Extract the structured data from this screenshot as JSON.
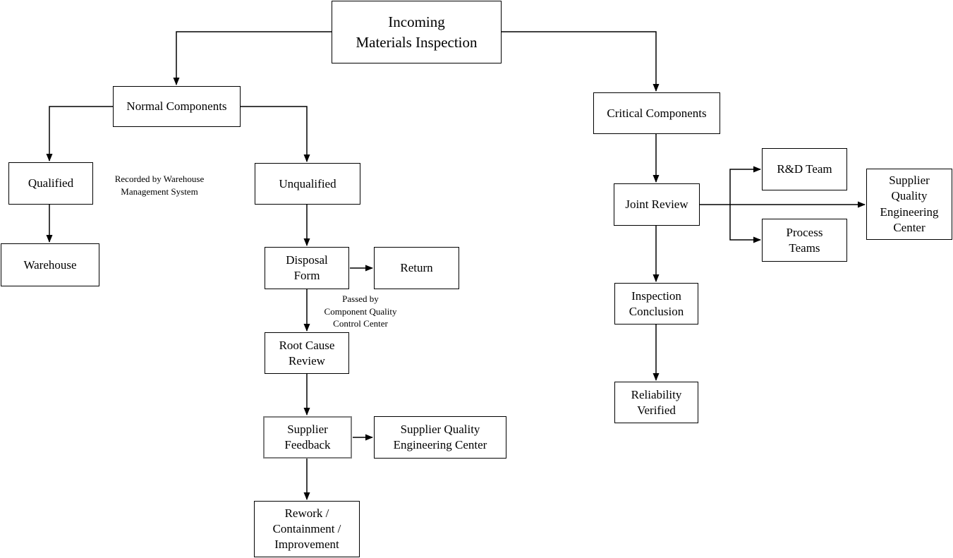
{
  "diagram": {
    "type": "flowchart",
    "colors": {
      "background": "#ffffff",
      "line": "#000000",
      "text": "#000000",
      "box_border": "#000000",
      "highlight_border": "#7f7f7f"
    },
    "nodes": {
      "title": {
        "label": "Incoming\nMaterials Inspection"
      },
      "normal_components": {
        "label": "Normal Components"
      },
      "qualified": {
        "label": "Qualified"
      },
      "warehouse": {
        "label": "Warehouse"
      },
      "unqualified": {
        "label": "Unqualified"
      },
      "disposal_form": {
        "label": "Disposal\nForm"
      },
      "return": {
        "label": "Return"
      },
      "root_cause_review": {
        "label": "Root Cause\nReview"
      },
      "supplier_feedback": {
        "label": "Supplier\nFeedback"
      },
      "supplier_quality_engineering_center": {
        "label": "Supplier Quality\nEngineering Center"
      },
      "rework_containment_improvement": {
        "label": "Rework /\nContainment /\nImprovement"
      },
      "critical_components": {
        "label": "Critical Components"
      },
      "joint_review": {
        "label": "Joint Review"
      },
      "rd_team": {
        "label": "R&D Team"
      },
      "process_teams": {
        "label": "Process\nTeams"
      },
      "supplier_quality_engineering_center_right": {
        "label": "Supplier\nQuality\nEngineering\nCenter"
      },
      "inspection_conclusion": {
        "label": "Inspection\nConclusion"
      },
      "reliability_verified": {
        "label": "Reliability\nVerified"
      }
    },
    "annotations": {
      "recorded_by": {
        "label": "Recorded by Warehouse\nManagement System"
      },
      "passed_by": {
        "label": "Passed by\nComponent Quality\nControl Center"
      }
    },
    "edges": [
      {
        "from": "title",
        "to": "normal_components"
      },
      {
        "from": "title",
        "to": "critical_components"
      },
      {
        "from": "normal_components",
        "to": "qualified"
      },
      {
        "from": "normal_components",
        "to": "unqualified"
      },
      {
        "from": "qualified",
        "to": "warehouse"
      },
      {
        "from": "unqualified",
        "to": "disposal_form"
      },
      {
        "from": "disposal_form",
        "to": "return"
      },
      {
        "from": "disposal_form",
        "to": "root_cause_review"
      },
      {
        "from": "root_cause_review",
        "to": "supplier_feedback"
      },
      {
        "from": "supplier_feedback",
        "to": "supplier_quality_engineering_center"
      },
      {
        "from": "supplier_feedback",
        "to": "rework_containment_improvement"
      },
      {
        "from": "critical_components",
        "to": "joint_review"
      },
      {
        "from": "joint_review",
        "to": "supplier_quality_engineering_center_right"
      },
      {
        "from": "joint_review",
        "to": "rd_team"
      },
      {
        "from": "joint_review",
        "to": "process_teams"
      },
      {
        "from": "joint_review",
        "to": "inspection_conclusion"
      },
      {
        "from": "inspection_conclusion",
        "to": "reliability_verified"
      }
    ]
  }
}
